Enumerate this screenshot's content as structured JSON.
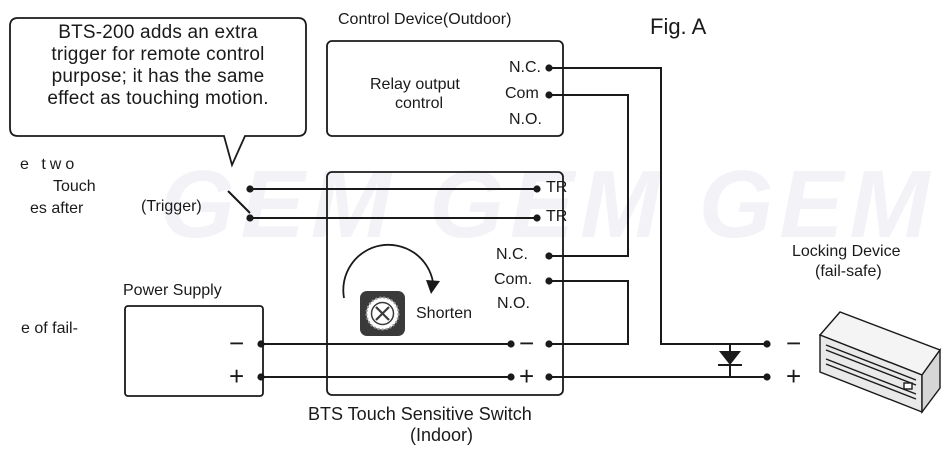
{
  "figure": {
    "label": "Fig. A"
  },
  "watermark": {
    "text": "GEM GEM GEM",
    "tm": "®"
  },
  "callout": {
    "lines": [
      "BTS-200 adds an extra",
      "trigger for remote control",
      "purpose; it has the same",
      "effect as touching motion."
    ]
  },
  "left_fragments": [
    "e two",
    "Touch",
    "es after",
    "e of fail-"
  ],
  "control_device": {
    "title": "Control Device(Outdoor)",
    "relay_label_line1": "Relay output",
    "relay_label_line2": "control",
    "terminals": [
      "N.C.",
      "Com",
      "N.O."
    ]
  },
  "trigger": {
    "label": "(Trigger)"
  },
  "bts_switch": {
    "terminals": [
      "TR",
      "TR",
      "N.C.",
      "Com.",
      "N.O."
    ],
    "knob_label": "Shorten",
    "minus_symbol": "−",
    "plus_symbol": "+",
    "caption_line1": "BTS Touch Sensitive Switch",
    "caption_line2": "(Indoor)"
  },
  "power_supply": {
    "title": "Power Supply",
    "minus_symbol": "−",
    "plus_symbol": "+"
  },
  "locking_device": {
    "title_line1": "Locking Device",
    "title_line2": "(fail-safe)",
    "minus_symbol": "−",
    "plus_symbol": "+"
  },
  "colors": {
    "ink": "#1a1a1a",
    "watermark": "#f3f3f7",
    "device_fill": "#e9e9e9"
  }
}
